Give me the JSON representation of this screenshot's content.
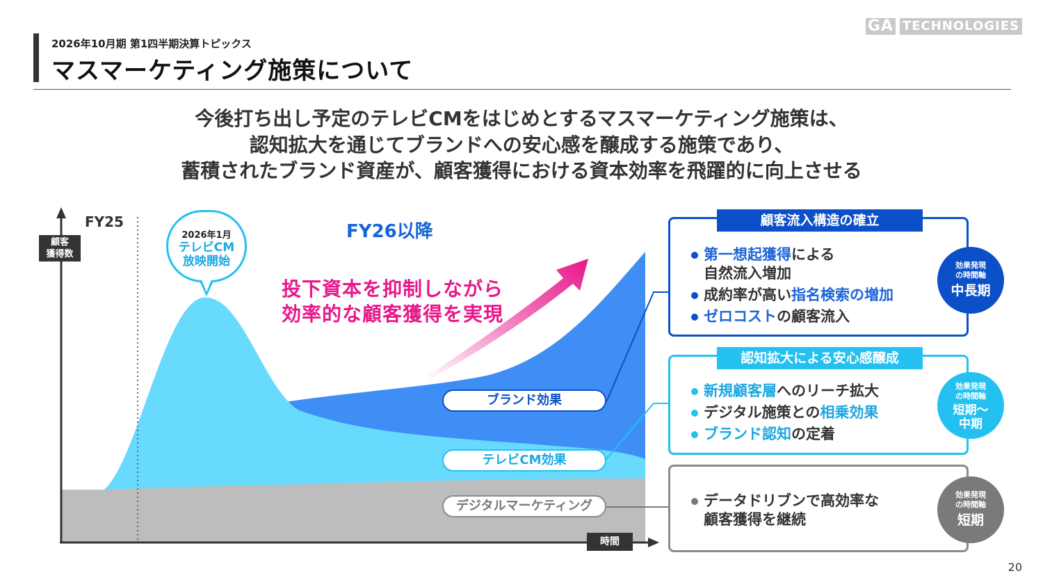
{
  "header": {
    "subtitle": "2026年10月期 第1四半期決算トピックス",
    "title": "マスマーケティング施策について"
  },
  "logo": {
    "ga": "GA",
    "tech": "TECHNOLOGIES"
  },
  "lead": [
    "今後打ち出し予定のテレビCMをはじめとするマスマーケティング施策は、",
    "認知拡大を通じてブランドへの安心感を醸成する施策であり、",
    "蓄積されたブランド資産が、顧客獲得における資本効率を飛躍的に向上させる"
  ],
  "diagram": {
    "fy25": "FY25",
    "fy26": "FY26以降",
    "y_axis_label": [
      "顧客",
      "獲得数"
    ],
    "x_axis_label": "時間",
    "bubble": {
      "date": "2026年1月",
      "line1": "テレビCM",
      "line2": "放映開始"
    },
    "pink_text": [
      "投下資本を抑制しながら",
      "効率的な顧客獲得を実現"
    ],
    "labels": {
      "brand": "ブランド効果",
      "tvcm": "テレビCM効果",
      "digital": "デジタルマーケティング"
    },
    "colors": {
      "brand": "#3f8ef5",
      "tvcm": "#67dafd",
      "digital": "#bdbdbd",
      "accent_pink": "#e8178a",
      "dark_blue": "#0b50c8",
      "cyan": "#24c0f0",
      "gray": "#7a7a7a"
    }
  },
  "panels": [
    {
      "title": "顧客流入構造の確立",
      "items": [
        {
          "parts": [
            {
              "t": "第一想起獲得",
              "hl": true
            },
            {
              "t": "による",
              "hl": false
            }
          ],
          "cont": "自然流入増加"
        },
        {
          "parts": [
            {
              "t": "成約率が高い",
              "hl": false
            },
            {
              "t": "指名検索の増加",
              "hl": true
            }
          ]
        },
        {
          "parts": [
            {
              "t": "ゼロコスト",
              "hl": true
            },
            {
              "t": "の顧客流入",
              "hl": false
            }
          ]
        }
      ],
      "circle": {
        "small": [
          "効果発現",
          "の時間軸"
        ],
        "large": [
          "中長期"
        ]
      }
    },
    {
      "title": "認知拡大による安心感醸成",
      "items": [
        {
          "parts": [
            {
              "t": "新規顧客層",
              "hl": true
            },
            {
              "t": "へのリーチ拡大",
              "hl": false
            }
          ]
        },
        {
          "parts": [
            {
              "t": "デジタル施策との",
              "hl": false
            },
            {
              "t": "相乗効果",
              "hl": true
            }
          ]
        },
        {
          "parts": [
            {
              "t": "ブランド認知",
              "hl": true
            },
            {
              "t": "の定着",
              "hl": false
            }
          ]
        }
      ],
      "circle": {
        "small": [
          "効果発現",
          "の時間軸"
        ],
        "large": [
          "短期〜",
          "中期"
        ]
      }
    },
    {
      "items": [
        {
          "parts": [
            {
              "t": "データドリブンで高効率な",
              "hl": false
            }
          ],
          "cont": "顧客獲得を継続"
        }
      ],
      "circle": {
        "small": [
          "効果発現",
          "の時間軸"
        ],
        "large": [
          "短期"
        ]
      }
    }
  ],
  "page_number": "20"
}
